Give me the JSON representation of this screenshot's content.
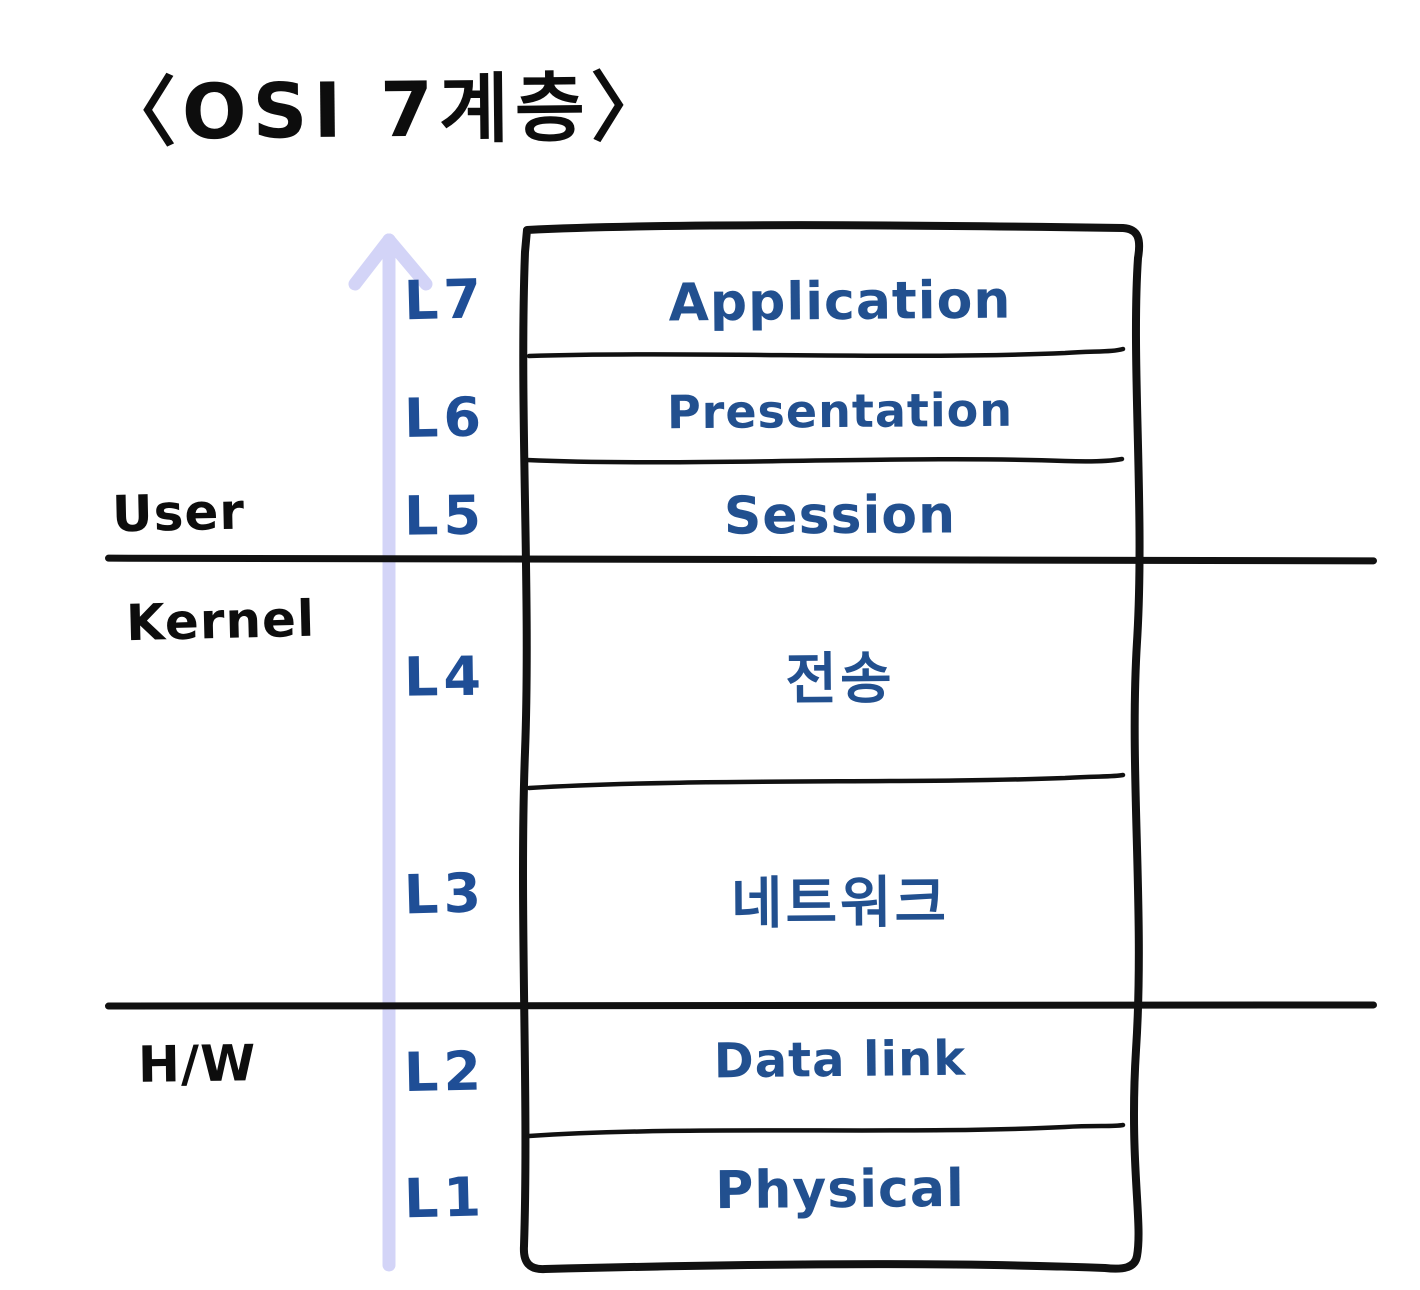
{
  "diagram": {
    "title": "〈OSI 7계층〉",
    "ink_blue": "#22508f",
    "ink_black": "#111111",
    "arrow_color": "#d3d4f7",
    "background": "#ffffff"
  },
  "zones": [
    {
      "key": "user",
      "label": "User"
    },
    {
      "key": "kernel",
      "label": "Kernel"
    },
    {
      "key": "hw",
      "label": "H/W"
    }
  ],
  "arrow": {
    "icon": "up-arrow-icon",
    "direction": "up",
    "color": "#d3d4f7"
  },
  "layers": [
    {
      "num": "L7",
      "name": "Application",
      "script": "latin",
      "zone": "user"
    },
    {
      "num": "L6",
      "name": "Presentation",
      "script": "latin",
      "zone": "user"
    },
    {
      "num": "L5",
      "name": "Session",
      "script": "latin",
      "zone": "user"
    },
    {
      "num": "L4",
      "name": "전송",
      "script": "hangul",
      "zone": "kernel"
    },
    {
      "num": "L3",
      "name": "네트워크",
      "script": "hangul",
      "zone": "kernel"
    },
    {
      "num": "L2",
      "name": "Data link",
      "script": "latin",
      "zone": "hw"
    },
    {
      "num": "L1",
      "name": "Physical",
      "script": "latin",
      "zone": "hw"
    }
  ]
}
